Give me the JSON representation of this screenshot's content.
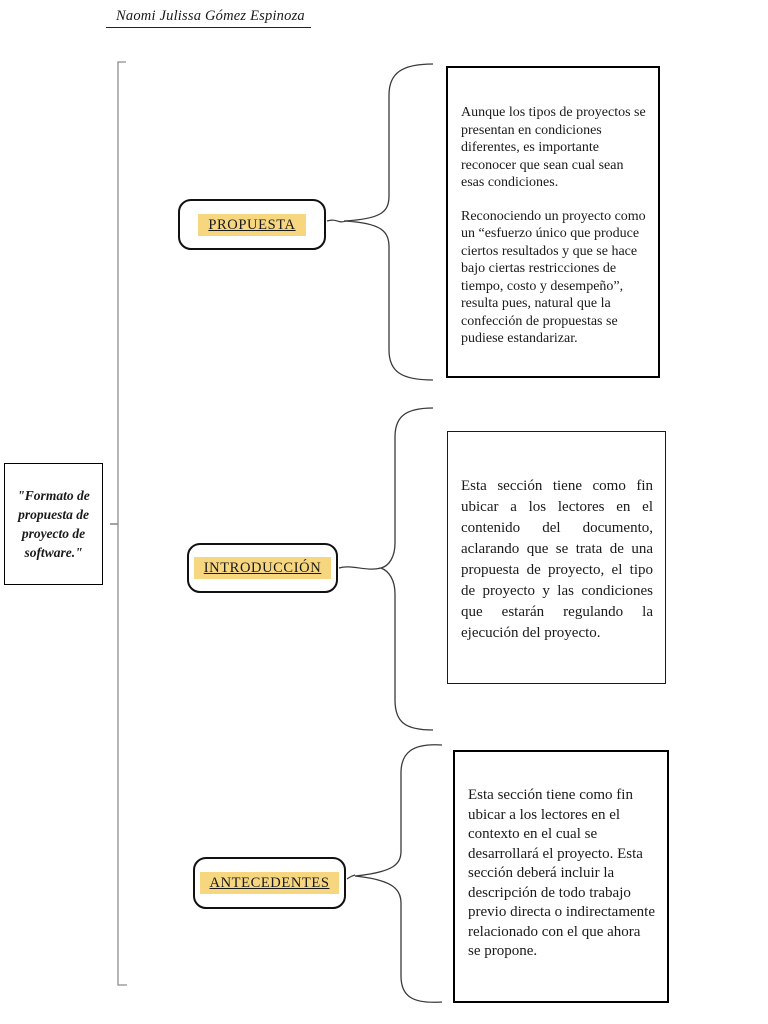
{
  "header": {
    "author_name": "Naomi Julissa Gómez Espinoza"
  },
  "source_box": {
    "text": "\"Formato de propuesta de proyecto de software.\""
  },
  "sections": [
    {
      "label": "PROPUESTA",
      "paragraphs": [
        "Aunque los tipos de proyectos se presentan en condiciones diferentes, es importante reconocer que sean cual sean esas condiciones.",
        "Reconociendo un proyecto como un “esfuerzo único que produce ciertos resultados y que se hace bajo ciertas restricciones de tiempo, costo y desempeño”, resulta pues, natural que la confección de propuestas se pudiese estandarizar."
      ]
    },
    {
      "label": "INTRODUCCIÓN",
      "paragraphs": [
        "Esta sección tiene como fin ubicar a los lectores en el contenido del documento, aclarando que se trata de una propuesta de proyecto, el tipo de proyecto y las condiciones que estarán regulando la ejecución del proyecto."
      ]
    },
    {
      "label": "ANTECEDENTES",
      "paragraphs": [
        "Esta sección tiene como fin ubicar a los lectores en el contexto en el cual se desarrollará el proyecto. Esta sección deberá incluir la descripción de todo trabajo previo directa o indirectamente relacionado con el que ahora se propone."
      ]
    }
  ],
  "colors": {
    "highlight": "#F6D67F",
    "bracket_line": "#8C8C8C",
    "brace_line": "#3A3A3A",
    "box_border": "#000000",
    "background": "#FFFFFF"
  }
}
